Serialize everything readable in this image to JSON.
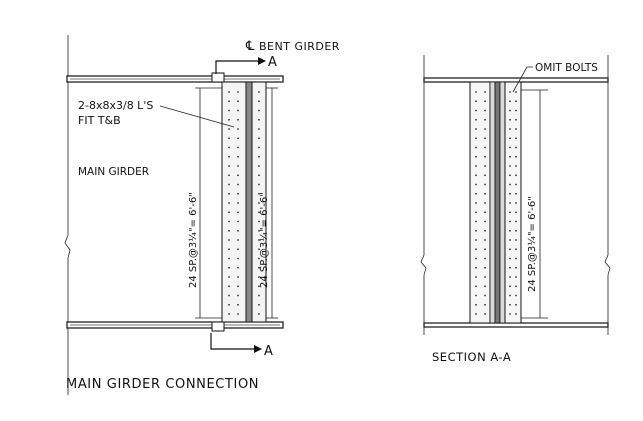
{
  "labels": {
    "bent_girder": "BENT GIRDER",
    "section_marker": "A",
    "angles_line1": "2-8x8x3/8 L'S",
    "angles_line2": "FIT T&B",
    "main_girder": "MAIN GIRDER",
    "spacing_left_a": "24 SP.@3¼\"= 6'-6\"",
    "spacing_left_b": "24 SP.@3¼\"= 6'-6\"",
    "omit_bolts": "OMIT BOLTS",
    "spacing_right": "24 SP.@3¼\"= 6'-6\"",
    "section_title": "SECTION A-A",
    "main_title": "MAIN GIRDER CONNECTION"
  }
}
